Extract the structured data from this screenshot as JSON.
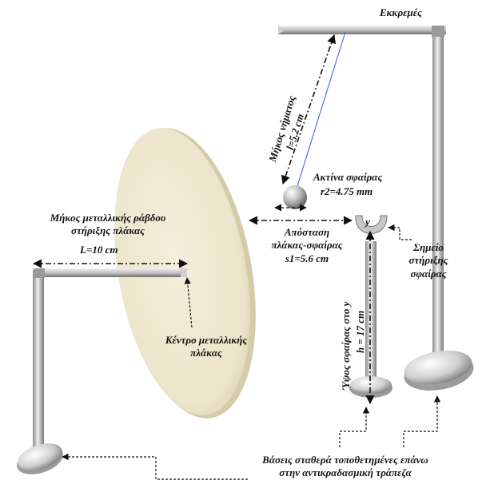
{
  "labels": {
    "pendulum": "Εκκρεμές",
    "thread_length_title": "Μήκος νήματος",
    "thread_length_value": "l=5.2 cm",
    "sphere_radius_title": "Ακτίνα σφαίρας",
    "sphere_radius_value": "r2=4.75 mm",
    "distance_line1": "Απόσταση",
    "distance_line2": "πλάκας-σφαίρας",
    "distance_value": "s1=5.6 cm",
    "support_point_line1": "Σημείο",
    "support_point_line2": "στήριξης",
    "support_point_line3": "σφαίρας",
    "y_marker": "y",
    "height_title": "Ύψος σφαίρας στο y",
    "height_value": "h = 17 cm",
    "rod_length_line1": "Μήκος μεταλλικής ράβδου",
    "rod_length_line2": "στήριξης πλάκας",
    "rod_length_value": "L=10 cm",
    "plate_center_line1": "Κέντρο μεταλλικής",
    "plate_center_line2": "πλάκας",
    "bases_line1": "Βάσεις σταθερά τοποθετημένες επάνω",
    "bases_line2": "στην αντικραδασμική τράπεζα"
  },
  "colors": {
    "plate_fill": "#efe9d2",
    "metal_light": "#e9e9e9",
    "metal_dark": "#8a8a8a",
    "thread": "#3355dd",
    "annotation": "#111111"
  }
}
